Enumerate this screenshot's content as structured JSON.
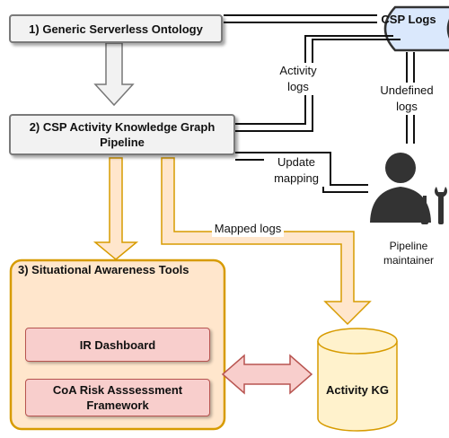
{
  "nodes": {
    "ontology": "1) Generic Serverless Ontology",
    "pipeline": "2) CSP Activity Knowledge Graph Pipeline",
    "situational": "3) Situational Awareness Tools",
    "ir_dashboard": "IR Dashboard",
    "coa": "CoA Risk Asssessment Framework",
    "activity_kg": "Activity KG",
    "csp_logs": "CSP Logs",
    "maintainer": "Pipeline maintainer"
  },
  "edge_labels": {
    "activity_logs": "Activity logs",
    "undefined_logs": "Undefined logs",
    "update_mapping": "Update mapping",
    "mapped_logs": "Mapped logs"
  },
  "icons": [
    "user-icon",
    "tools-icon",
    "database-icon",
    "cloud-icon"
  ],
  "colors": {
    "grey_fill": "#f2f2f2",
    "orange_fill": "#ffe6cc",
    "orange_stroke": "#d79b00",
    "pink_fill": "#f8cecc",
    "pink_stroke": "#b85450",
    "cylinder_fill": "#fff2cc"
  }
}
